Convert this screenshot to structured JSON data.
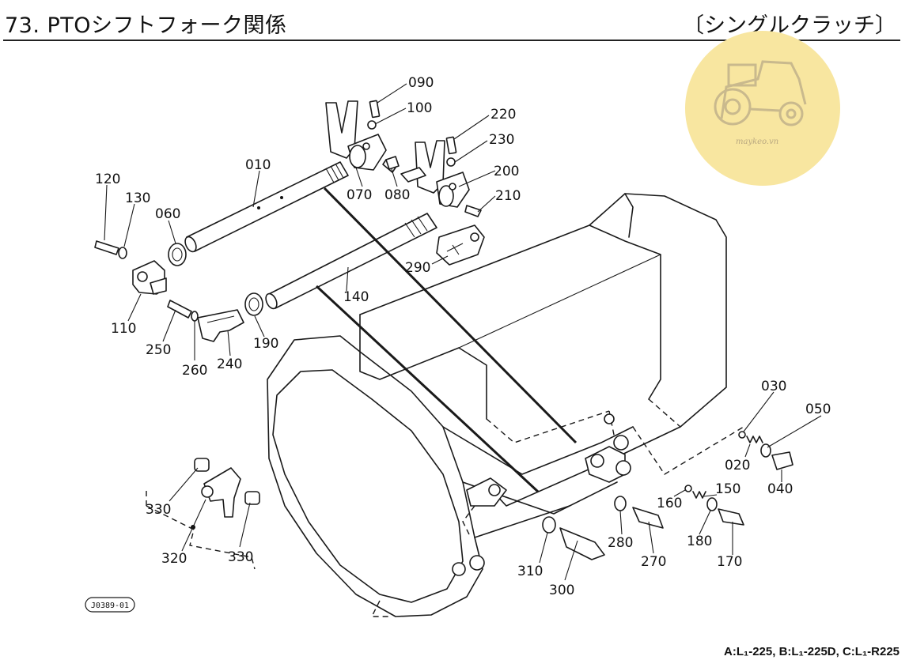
{
  "header": {
    "title": "73. PTOシフトフォーク関係",
    "subtitle": "〔シングルクラッチ〕"
  },
  "diagram_code": "J0389-01",
  "footer": {
    "models": "A:L₁-225, B:L₁-225D, C:L₁-R225"
  },
  "watermark": {
    "text": "maykeo.vn",
    "icon": "tractor-icon",
    "color": "#f8e6a0"
  },
  "parts": [
    {
      "no": "010"
    },
    {
      "no": "020"
    },
    {
      "no": "030"
    },
    {
      "no": "040"
    },
    {
      "no": "050"
    },
    {
      "no": "060"
    },
    {
      "no": "070"
    },
    {
      "no": "080"
    },
    {
      "no": "090"
    },
    {
      "no": "100"
    },
    {
      "no": "110"
    },
    {
      "no": "120"
    },
    {
      "no": "130"
    },
    {
      "no": "140"
    },
    {
      "no": "150"
    },
    {
      "no": "160"
    },
    {
      "no": "170"
    },
    {
      "no": "180"
    },
    {
      "no": "190"
    },
    {
      "no": "200"
    },
    {
      "no": "210"
    },
    {
      "no": "220"
    },
    {
      "no": "230"
    },
    {
      "no": "240"
    },
    {
      "no": "250"
    },
    {
      "no": "260"
    },
    {
      "no": "270"
    },
    {
      "no": "280"
    },
    {
      "no": "290"
    },
    {
      "no": "300"
    },
    {
      "no": "310"
    },
    {
      "no": "320"
    },
    {
      "no": "330"
    },
    {
      "no": "330"
    }
  ]
}
